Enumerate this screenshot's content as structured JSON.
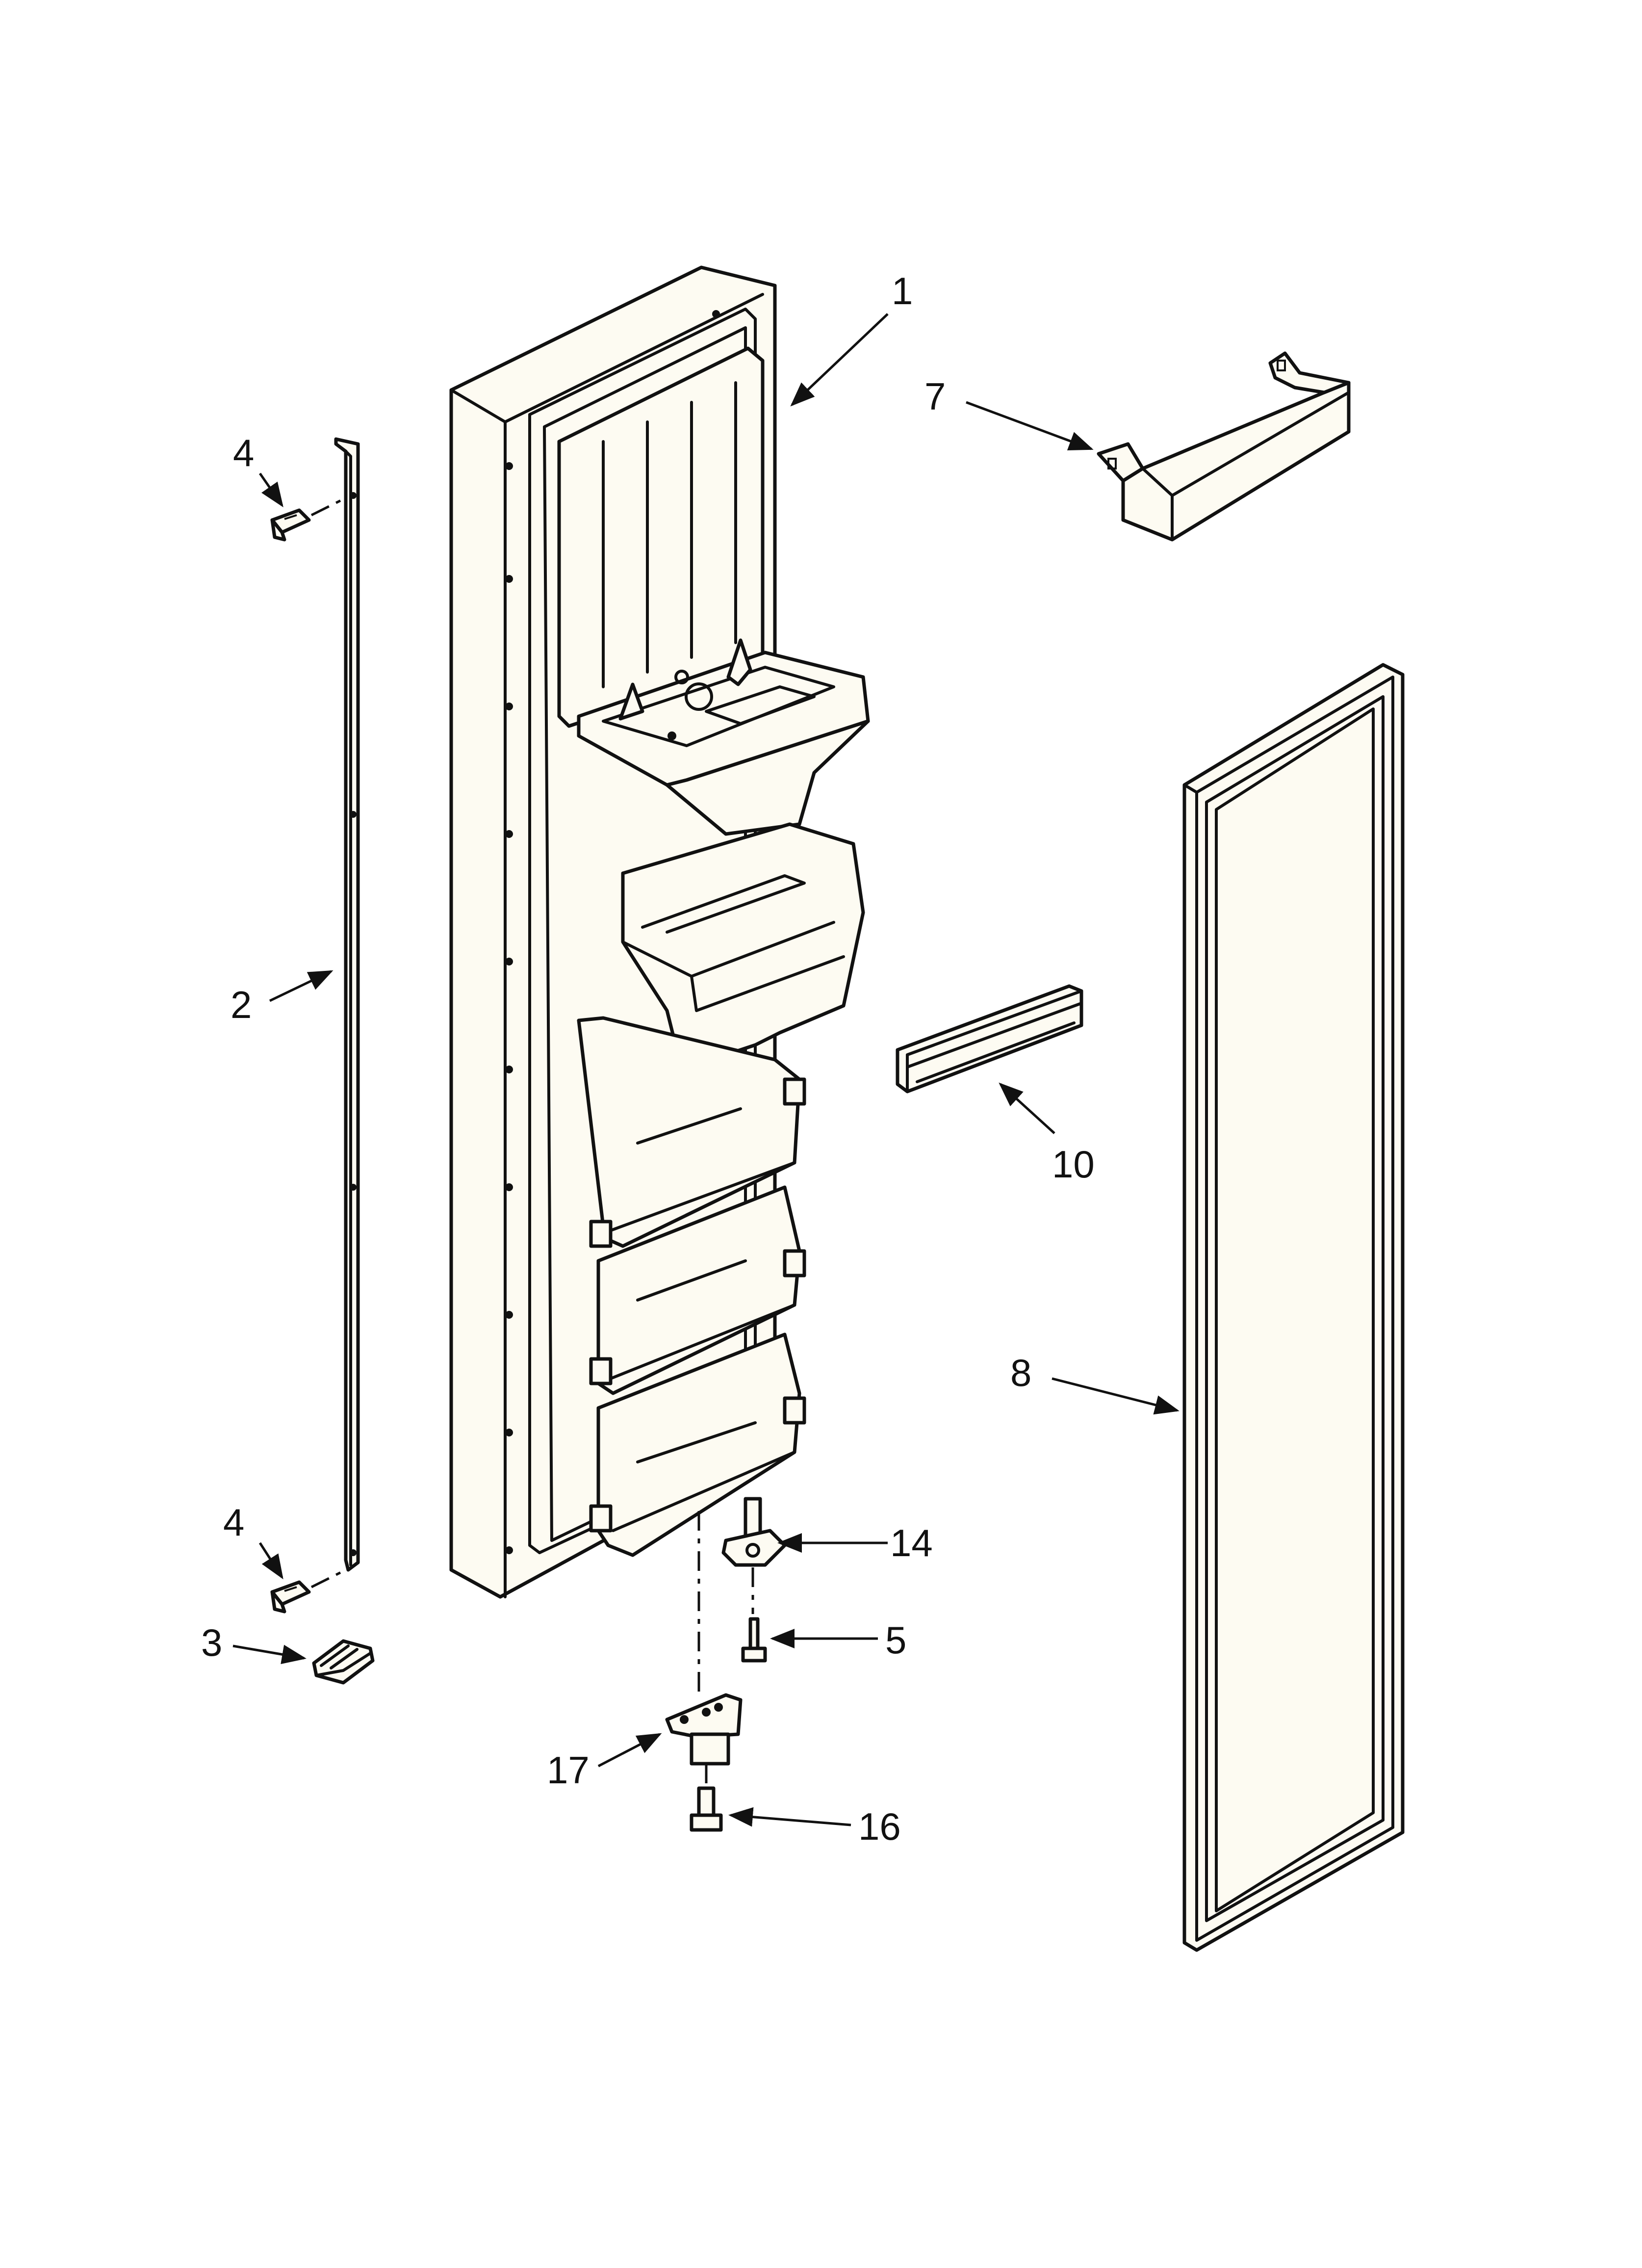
{
  "diagram": {
    "type": "exploded-parts-view",
    "callouts": [
      {
        "id": "door",
        "label": "1"
      },
      {
        "id": "trim",
        "label": "2"
      },
      {
        "id": "cap",
        "label": "3"
      },
      {
        "id": "screw-top",
        "label": "4"
      },
      {
        "id": "screw-bottom",
        "label": "4"
      },
      {
        "id": "screw-hinge",
        "label": "5"
      },
      {
        "id": "handle",
        "label": "7"
      },
      {
        "id": "gasket",
        "label": "8"
      },
      {
        "id": "channel",
        "label": "10"
      },
      {
        "id": "hinge-pin",
        "label": "14"
      },
      {
        "id": "screw-lower",
        "label": "16"
      },
      {
        "id": "hinge",
        "label": "17"
      }
    ],
    "colors": {
      "line": "#111111",
      "fill": "#fdfbf2",
      "background": "#ffffff"
    }
  }
}
